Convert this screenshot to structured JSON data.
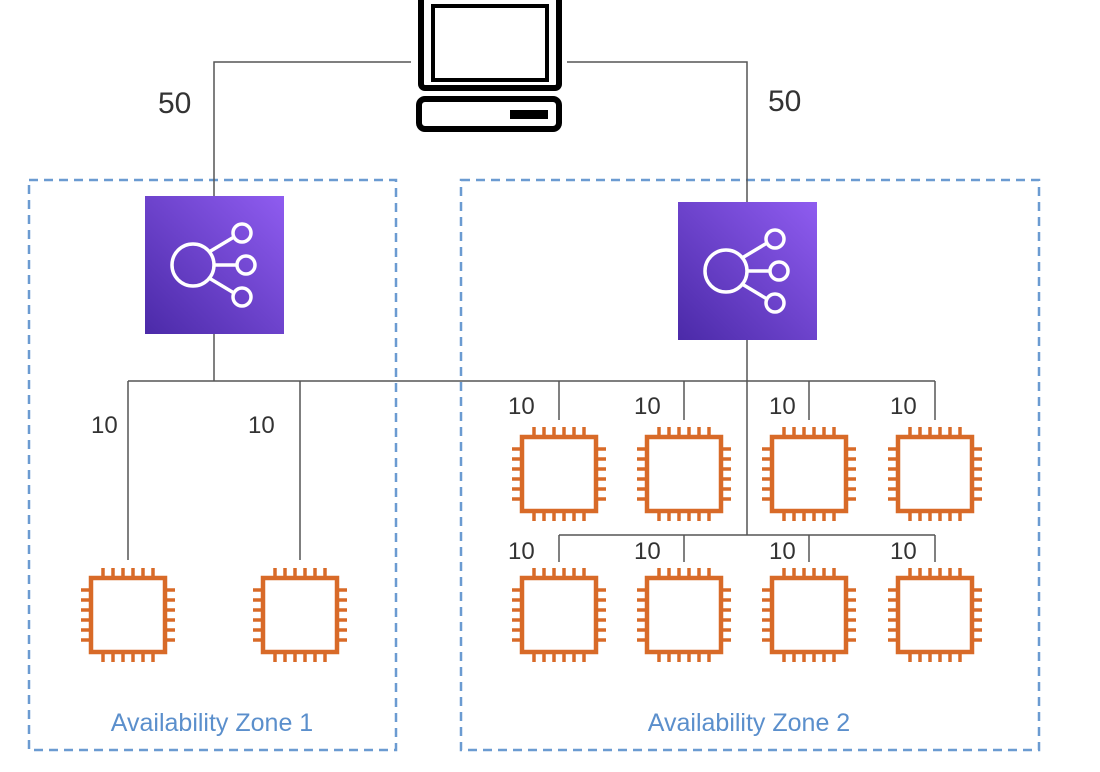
{
  "colors": {
    "zone_border": "#6b9bd1",
    "zone_label": "#5b8fcc",
    "lb_fill_top": "#8f5cf0",
    "lb_fill_bottom": "#4b2aa8",
    "instance": "#d86a28",
    "line": "#555555",
    "client": "#000000"
  },
  "icons": {
    "client": "desktop-computer-icon",
    "load_balancer": "load-balancer-icon",
    "instance": "ec2-instance-chip-icon"
  },
  "client": {
    "weight_left": "50",
    "weight_right": "50"
  },
  "zones": [
    {
      "label": "Availability Zone 1",
      "instance_weights": [
        "10",
        "10"
      ]
    },
    {
      "label": "Availability Zone 2",
      "instance_weights": [
        "10",
        "10",
        "10",
        "10",
        "10",
        "10",
        "10",
        "10"
      ]
    }
  ]
}
